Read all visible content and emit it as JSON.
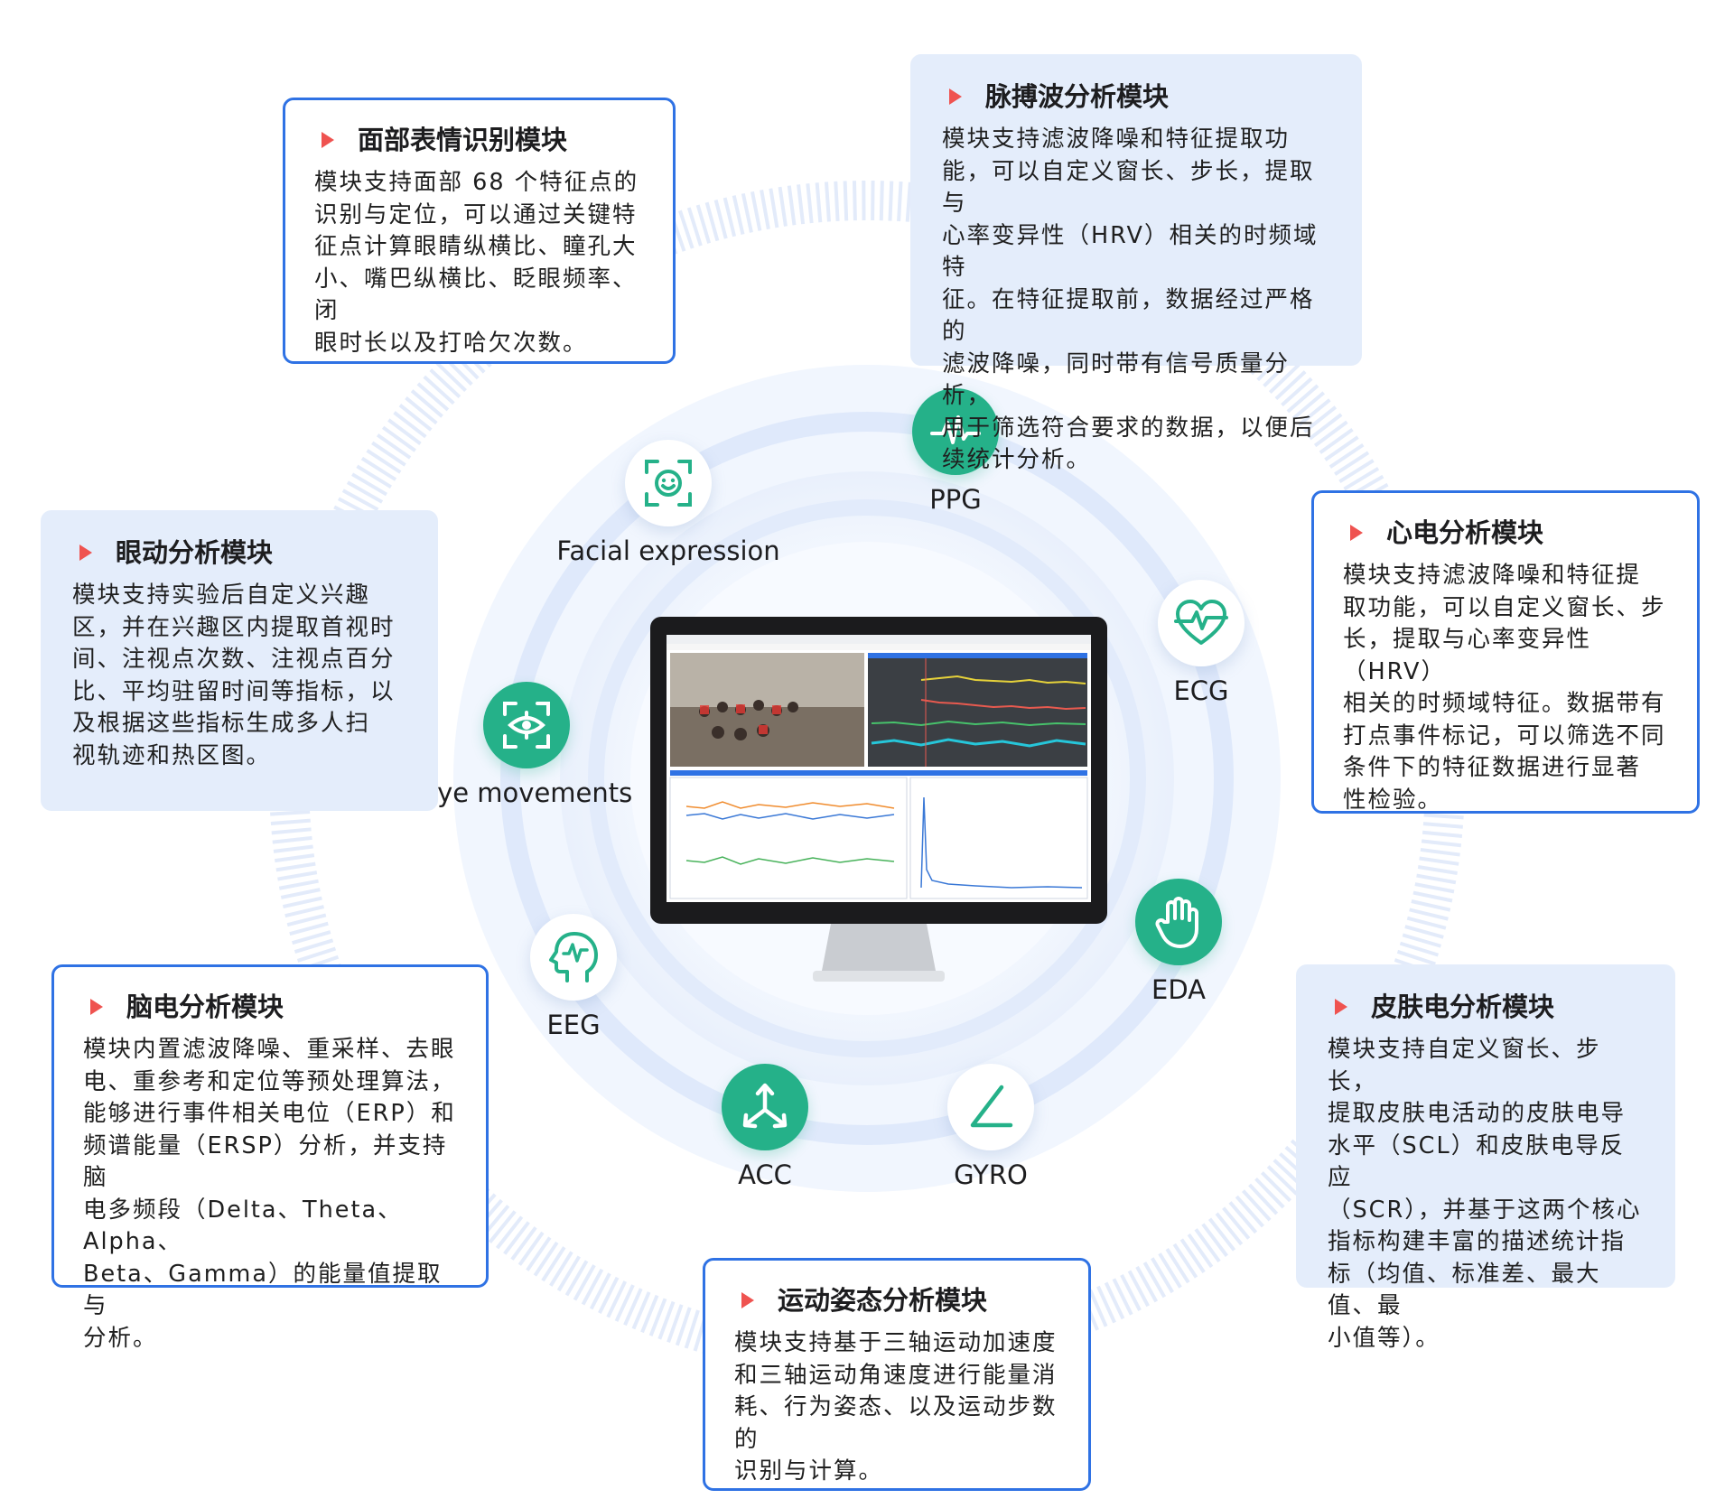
{
  "colors": {
    "accent_blue": "#2f72e4",
    "card_fill": "#e4edfb",
    "green": "#25b189",
    "arrow_red": "#ef5350"
  },
  "nodes": [
    {
      "id": "ppg",
      "label": "PPG",
      "icon": "pulse-wave-icon",
      "style": "green"
    },
    {
      "id": "facial",
      "label": "Facial expression",
      "icon": "face-scan-icon",
      "style": "white"
    },
    {
      "id": "ecg",
      "label": "ECG",
      "icon": "heart-pulse-icon",
      "style": "white"
    },
    {
      "id": "eye",
      "label": "Eye movements",
      "icon": "eye-target-icon",
      "style": "green"
    },
    {
      "id": "eda",
      "label": "EDA",
      "icon": "hand-icon",
      "style": "green"
    },
    {
      "id": "eeg",
      "label": "EEG",
      "icon": "head-brain-icon",
      "style": "white"
    },
    {
      "id": "acc",
      "label": "ACC",
      "icon": "three-axis-icon",
      "style": "green"
    },
    {
      "id": "gyro",
      "label": "GYRO",
      "icon": "angle-icon",
      "style": "white"
    }
  ],
  "cards": [
    {
      "id": "facial",
      "title": "面部表情识别模块",
      "lines": [
        "模块支持面部 68 个特征点的",
        "识别与定位，可以通过关键特",
        "征点计算眼睛纵横比、瞳孔大",
        "小、嘴巴纵横比、眨眼频率、闭",
        "眼时长以及打哈欠次数。"
      ]
    },
    {
      "id": "ppg",
      "title": "脉搏波分析模块",
      "lines": [
        "模块支持滤波降噪和特征提取功",
        "能，可以自定义窗长、步长，提取与",
        "心率变异性（HRV）相关的时频域特",
        "征。在特征提取前，数据经过严格的",
        "滤波降噪，同时带有信号质量分析，",
        "用于筛选符合要求的数据，以便后",
        "续统计分析。"
      ]
    },
    {
      "id": "eye",
      "title": "眼动分析模块",
      "lines": [
        "模块支持实验后自定义兴趣",
        "区，并在兴趣区内提取首视时",
        "间、注视点次数、注视点百分",
        "比、平均驻留时间等指标，以",
        "及根据这些指标生成多人扫",
        "视轨迹和热区图。"
      ]
    },
    {
      "id": "ecg",
      "title": "心电分析模块",
      "lines": [
        "模块支持滤波降噪和特征提",
        "取功能，可以自定义窗长、步",
        "长，提取与心率变异性（HRV）",
        "相关的时频域特征。数据带有",
        "打点事件标记，可以筛选不同",
        "条件下的特征数据进行显著",
        "性检验。"
      ]
    },
    {
      "id": "eeg",
      "title": "脑电分析模块",
      "lines": [
        "模块内置滤波降噪、重采样、去眼",
        "电、重参考和定位等预处理算法，",
        "能够进行事件相关电位（ERP）和",
        "频谱能量（ERSP）分析，并支持脑",
        "电多频段（Delta、Theta、Alpha、",
        "Beta、Gamma）的能量值提取与",
        "分析。"
      ]
    },
    {
      "id": "eda",
      "title": "皮肤电分析模块",
      "lines": [
        "模块支持自定义窗长、步长，",
        "提取皮肤电活动的皮肤电导",
        "水平（SCL）和皮肤电导反应",
        "（SCR），并基于这两个核心",
        "指标构建丰富的描述统计指",
        "标（均值、标准差、最大值、最",
        "小值等）。"
      ]
    },
    {
      "id": "motion",
      "title": "运动姿态分析模块",
      "lines": [
        "模块支持基于三轴运动加速度",
        "和三轴运动角速度进行能量消",
        "耗、行为姿态、以及运动步数的",
        "识别与计算。"
      ]
    }
  ]
}
